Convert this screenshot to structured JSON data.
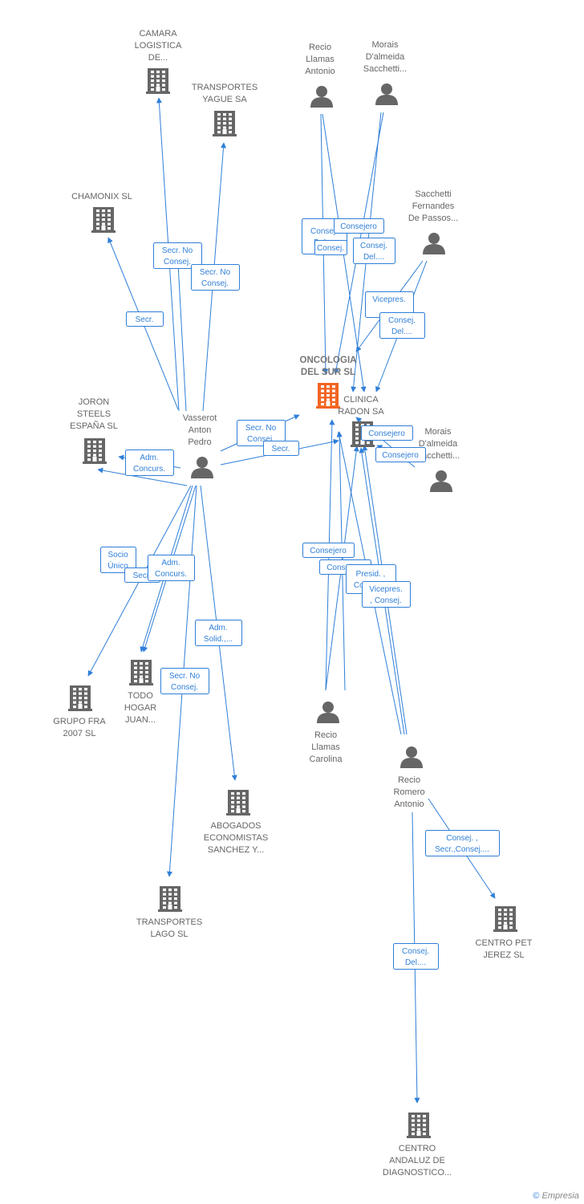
{
  "colors": {
    "edge": "#2f7fd8",
    "node": "#666666",
    "main_node": "#f26522",
    "label_text": "#666666"
  },
  "nodes": [
    {
      "id": "camara",
      "type": "company",
      "label": [
        "CAMARA",
        "LOGISTICA",
        "DE..."
      ]
    },
    {
      "id": "transportes_yague",
      "type": "company",
      "label": [
        "TRANSPORTES",
        "YAGUE SA"
      ]
    },
    {
      "id": "chamonix",
      "type": "company",
      "label": [
        "CHAMONIX SL"
      ]
    },
    {
      "id": "recio_llamas_antonio",
      "type": "person",
      "label": [
        "Recio",
        "Llamas",
        "Antonio"
      ]
    },
    {
      "id": "morais_1",
      "type": "person",
      "label": [
        "Morais",
        "D'almeida",
        "Sacchetti..."
      ]
    },
    {
      "id": "sacchetti",
      "type": "person",
      "label": [
        "Sacchetti",
        "Fernandes",
        "De Passos..."
      ]
    },
    {
      "id": "oncologia",
      "type": "company_main",
      "label": [
        "ONCOLOGIA",
        "DEL SUR SL"
      ]
    },
    {
      "id": "clinica_radon",
      "type": "company",
      "label": [
        "CLINICA",
        "RADON SA"
      ]
    },
    {
      "id": "joron",
      "type": "company",
      "label": [
        "JORON",
        "STEELS",
        "ESPAÑA SL"
      ]
    },
    {
      "id": "vasserot",
      "type": "person",
      "label": [
        "Vasserot",
        "Anton",
        "Pedro"
      ]
    },
    {
      "id": "morais_2",
      "type": "person",
      "label": [
        "Morais",
        "D'almeida",
        "Sacchetti..."
      ]
    },
    {
      "id": "grupo_fra",
      "type": "company",
      "label": [
        "GRUPO FRA",
        "2007 SL"
      ]
    },
    {
      "id": "todo_hogar",
      "type": "company",
      "label": [
        "TODO",
        "HOGAR",
        "JUAN..."
      ]
    },
    {
      "id": "recio_llamas_carolina",
      "type": "person",
      "label": [
        "Recio",
        "Llamas",
        "Carolina"
      ]
    },
    {
      "id": "recio_romero",
      "type": "person",
      "label": [
        "Recio",
        "Romero",
        "Antonio"
      ]
    },
    {
      "id": "abogados",
      "type": "company",
      "label": [
        "ABOGADOS",
        "ECONOMISTAS",
        "SANCHEZ Y..."
      ]
    },
    {
      "id": "transportes_lago",
      "type": "company",
      "label": [
        "TRANSPORTES",
        "LAGO SL"
      ]
    },
    {
      "id": "centro_pet",
      "type": "company",
      "label": [
        "CENTRO PET",
        "JEREZ SL"
      ]
    },
    {
      "id": "centro_andaluz",
      "type": "company",
      "label": [
        "CENTRO",
        "ANDALUZ DE",
        "DIAGNOSTICO..."
      ]
    }
  ],
  "edge_labels": [
    [
      "Secr. No",
      "Consej."
    ],
    [
      "Secr. No",
      "Consej."
    ],
    [
      "Secr."
    ],
    [
      "Secr. No",
      "Consej."
    ],
    [
      "Secr."
    ],
    [
      "Adm.",
      "Concurs."
    ],
    [
      "Socio",
      "Único"
    ],
    [
      "Secr."
    ],
    [
      "Adm.",
      "Concurs."
    ],
    [
      "Adm.",
      "Solid.,..."
    ],
    [
      "Secr. No",
      "Consej."
    ],
    [
      "Consej.",
      "Del...."
    ],
    [
      "Consejero"
    ],
    [
      "Consej."
    ],
    [
      "Consej.",
      "Del...."
    ],
    [
      "Vicepres.",
      ",..."
    ],
    [
      "Consej.",
      "Del...."
    ],
    [
      "Consejero"
    ],
    [
      "Consejero"
    ],
    [
      "Consejero"
    ],
    [
      "Consejero"
    ],
    [
      "Presid. ,",
      "Consej...."
    ],
    [
      "Vicepres.",
      ", Consej."
    ],
    [
      "Consej. ,",
      "Secr.,Consej...."
    ],
    [
      "Consej.",
      "Del...."
    ]
  ],
  "footer": {
    "copyright": "©",
    "brand": "Empresia"
  }
}
